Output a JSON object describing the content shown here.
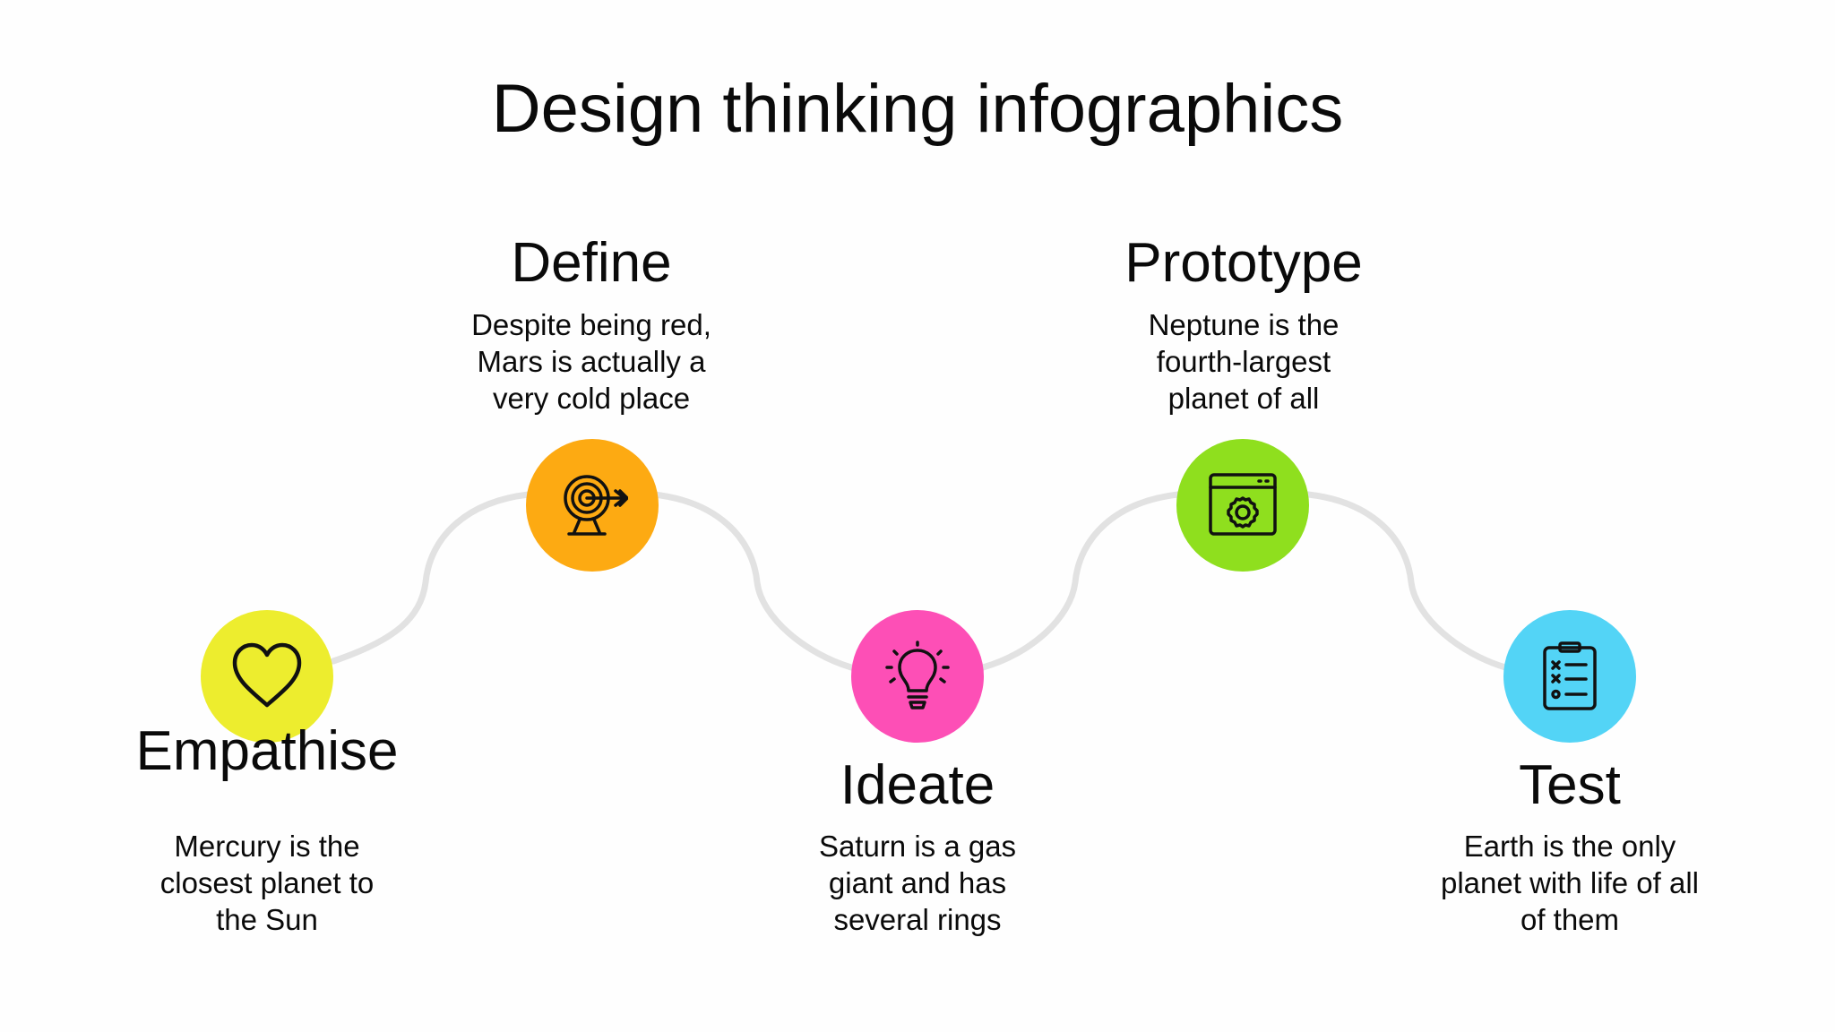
{
  "title": "Design thinking infographics",
  "steps": [
    {
      "title": "Empathise",
      "description": "Mercury is the closest planet to the Sun",
      "color": "#eded2e",
      "icon": "heart-icon"
    },
    {
      "title": "Define",
      "description": "Despite being red, Mars is actually a very cold place",
      "color": "#fdaa12",
      "icon": "target-icon"
    },
    {
      "title": "Ideate",
      "description": "Saturn is a gas giant and has several rings",
      "color": "#fd4fb6",
      "icon": "lightbulb-icon"
    },
    {
      "title": "Prototype",
      "description": "Neptune is the fourth-largest planet of all",
      "color": "#8fdf1e",
      "icon": "settings-window-icon"
    },
    {
      "title": "Test",
      "description": "Earth is the only planet with life of all of them",
      "color": "#53d4f6",
      "icon": "checklist-icon"
    }
  ],
  "connector_color": "#e2e2e2"
}
